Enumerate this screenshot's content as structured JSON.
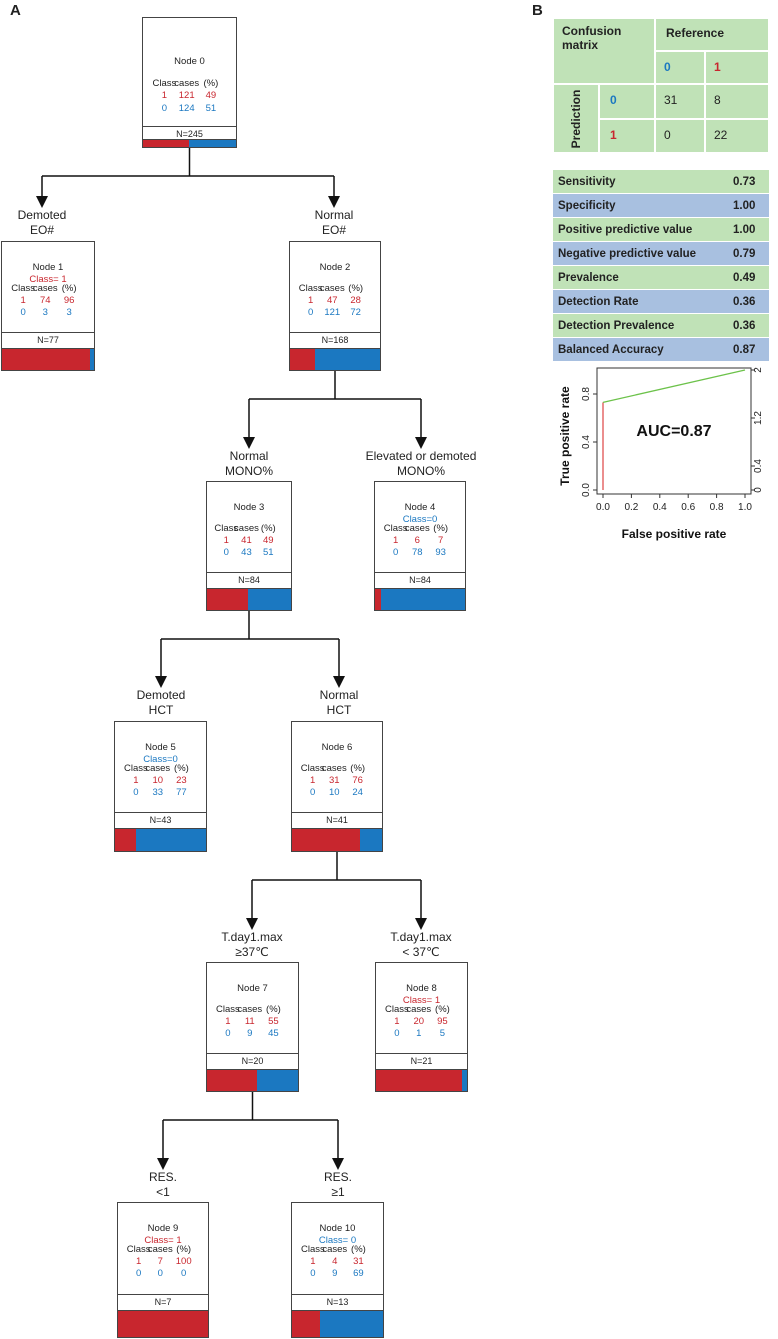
{
  "panels": {
    "a": "A",
    "b": "B"
  },
  "tree": {
    "header": {
      "class": "Class",
      "cases": "cases",
      "pct": "(%)"
    },
    "nodes": [
      {
        "id": "node-0",
        "title": "Node 0",
        "class_label": "",
        "rows": [
          [
            "1",
            "121",
            "49"
          ],
          [
            "0",
            "124",
            "51"
          ]
        ],
        "n": "N=245",
        "red_fraction": 0.49
      },
      {
        "id": "node-1",
        "title": "Node 1",
        "class_label": "Class= 1",
        "rows": [
          [
            "1",
            "74",
            "96"
          ],
          [
            "0",
            "3",
            "3"
          ]
        ],
        "n": "N=77",
        "red_fraction": 0.96
      },
      {
        "id": "node-2",
        "title": "Node 2",
        "class_label": "",
        "rows": [
          [
            "1",
            "47",
            "28"
          ],
          [
            "0",
            "121",
            "72"
          ]
        ],
        "n": "N=168",
        "red_fraction": 0.28
      },
      {
        "id": "node-3",
        "title": "Node 3",
        "class_label": "",
        "rows": [
          [
            "1",
            "41",
            "49"
          ],
          [
            "0",
            "43",
            "51"
          ]
        ],
        "n": "N=84",
        "red_fraction": 0.49
      },
      {
        "id": "node-4",
        "title": "Node 4",
        "class_label": "Class=0",
        "rows": [
          [
            "1",
            "6",
            "7"
          ],
          [
            "0",
            "78",
            "93"
          ]
        ],
        "n": "N=84",
        "red_fraction": 0.07
      },
      {
        "id": "node-5",
        "title": "Node 5",
        "class_label": "Class=0",
        "rows": [
          [
            "1",
            "10",
            "23"
          ],
          [
            "0",
            "33",
            "77"
          ]
        ],
        "n": "N=43",
        "red_fraction": 0.23
      },
      {
        "id": "node-6",
        "title": "Node 6",
        "class_label": "",
        "rows": [
          [
            "1",
            "31",
            "76"
          ],
          [
            "0",
            "10",
            "24"
          ]
        ],
        "n": "N=41",
        "red_fraction": 0.76
      },
      {
        "id": "node-7",
        "title": "Node 7",
        "class_label": "",
        "rows": [
          [
            "1",
            "11",
            "55"
          ],
          [
            "0",
            "9",
            "45"
          ]
        ],
        "n": "N=20",
        "red_fraction": 0.55
      },
      {
        "id": "node-8",
        "title": "Node 8",
        "class_label": "Class= 1",
        "rows": [
          [
            "1",
            "20",
            "95"
          ],
          [
            "0",
            "1",
            "5"
          ]
        ],
        "n": "N=21",
        "red_fraction": 0.95
      },
      {
        "id": "node-9",
        "title": "Node 9",
        "class_label": "Class= 1",
        "rows": [
          [
            "1",
            "7",
            "100"
          ],
          [
            "0",
            "0",
            "0"
          ]
        ],
        "n": "N=7",
        "red_fraction": 1.0
      },
      {
        "id": "node-10",
        "title": "Node 10",
        "class_label": "Class= 0",
        "rows": [
          [
            "1",
            "4",
            "31"
          ],
          [
            "0",
            "9",
            "69"
          ]
        ],
        "n": "N=13",
        "red_fraction": 0.31
      }
    ],
    "edges": [
      {
        "id": "node-1",
        "label": [
          "Demoted",
          "EO#"
        ]
      },
      {
        "id": "node-2",
        "label": [
          "Normal",
          "EO#"
        ]
      },
      {
        "id": "node-3",
        "label": [
          "Normal",
          "MONO%"
        ]
      },
      {
        "id": "node-4",
        "label": [
          "Elevated or demoted",
          "MONO%"
        ]
      },
      {
        "id": "node-5",
        "label": [
          "Demoted",
          "HCT"
        ]
      },
      {
        "id": "node-6",
        "label": [
          "Normal",
          "HCT"
        ]
      },
      {
        "id": "node-7",
        "label": [
          "T.day1.max",
          "≥37℃"
        ]
      },
      {
        "id": "node-8",
        "label": [
          "T.day1.max",
          "< 37℃"
        ]
      },
      {
        "id": "node-9",
        "label": [
          "RES.",
          "<1"
        ]
      },
      {
        "id": "node-10",
        "label": [
          "RES.",
          "≥1"
        ]
      }
    ]
  },
  "confusion_matrix": {
    "title": "Confusion matrix",
    "reference": "Reference",
    "prediction": "Prediction",
    "ref_classes": [
      "0",
      "1"
    ],
    "pred_classes": [
      "0",
      "1"
    ],
    "values": [
      [
        "31",
        "8"
      ],
      [
        "0",
        "22"
      ]
    ]
  },
  "metrics": [
    {
      "name": "Sensitivity",
      "value": "0.73"
    },
    {
      "name": "Specificity",
      "value": "1.00"
    },
    {
      "name": "Positive predictive value",
      "value": "1.00"
    },
    {
      "name": "Negative predictive value",
      "value": "0.79"
    },
    {
      "name": "Prevalence",
      "value": "0.49"
    },
    {
      "name": "Detection Rate",
      "value": "0.36"
    },
    {
      "name": "Detection Prevalence",
      "value": "0.36"
    },
    {
      "name": "Balanced Accuracy",
      "value": "0.87"
    }
  ],
  "roc": {
    "xlabel": "False positive rate",
    "ylabel": "True positive rate",
    "auc_text": "AUC=0.87",
    "xticks": [
      "0.0",
      "0.2",
      "0.4",
      "0.6",
      "0.8",
      "1.0"
    ],
    "yticks": [
      "0.0",
      "0.4",
      "0.8"
    ],
    "colorbar_ticks": [
      "0",
      "0.4",
      "1.2",
      "2"
    ],
    "curve": [
      [
        0,
        0
      ],
      [
        0,
        0.73
      ],
      [
        1,
        1
      ]
    ]
  },
  "colors": {
    "red": "#c8262e",
    "blue": "#1b78c1",
    "green_cell": "#c0e2b7",
    "blue_cell": "#a8c0e0"
  }
}
